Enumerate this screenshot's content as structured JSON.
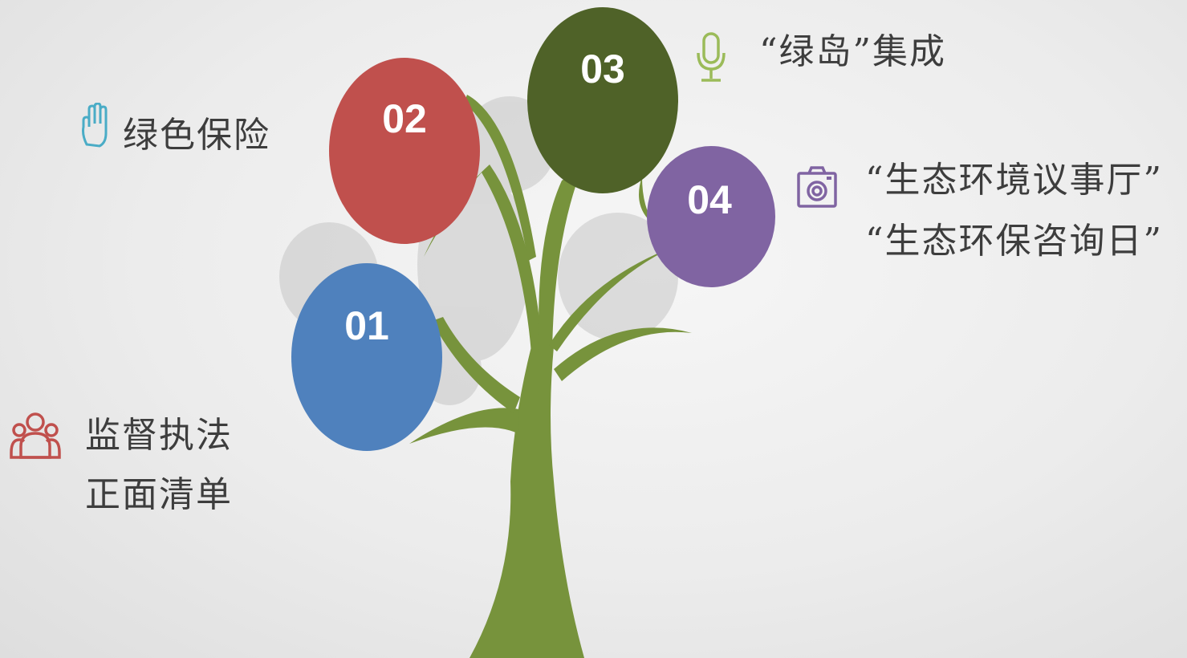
{
  "items": [
    {
      "num": "01",
      "color": "#4f81bd",
      "icon": "people-icon",
      "icon_color": "#c0504d",
      "lines": [
        "监督执法",
        "正面清单"
      ]
    },
    {
      "num": "02",
      "color": "#c0504d",
      "icon": "hand-icon",
      "icon_color": "#4aacc6",
      "lines": [
        "绿色保险"
      ]
    },
    {
      "num": "03",
      "color": "#4f6228",
      "icon": "microphone-icon",
      "icon_color": "#9bbb59",
      "lines": [
        "“绿岛”集成"
      ]
    },
    {
      "num": "04",
      "color": "#8064a2",
      "icon": "camera-icon",
      "icon_color": "#8064a2",
      "lines": [
        "“生态环境议事厅”",
        "“生态环保咨询日”"
      ]
    }
  ],
  "tree_color": "#77933c"
}
